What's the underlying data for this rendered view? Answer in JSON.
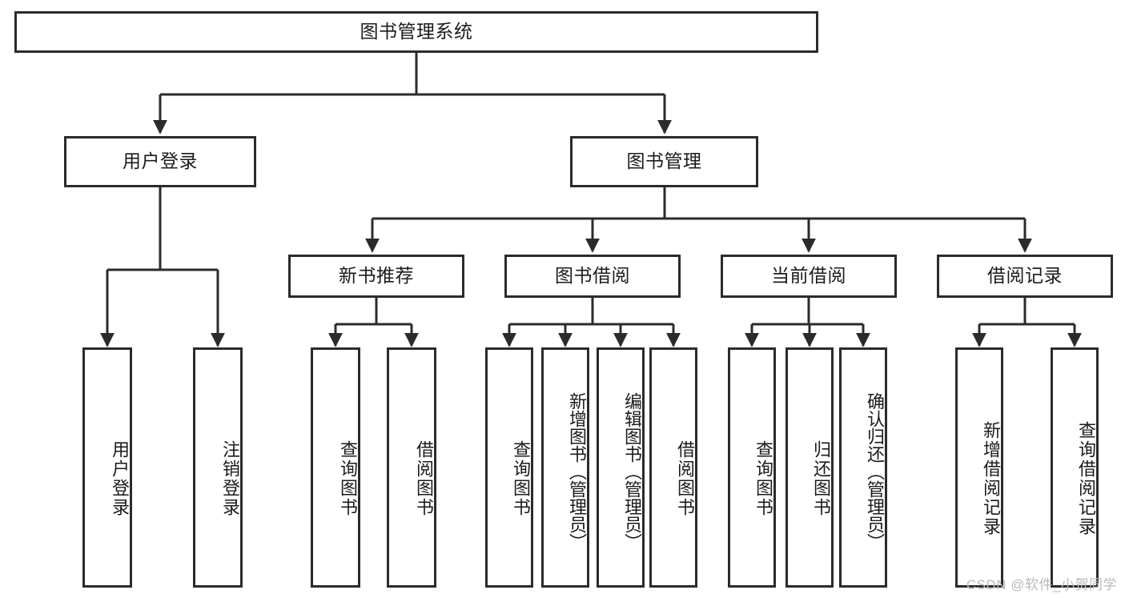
{
  "diagram": {
    "title": "图书管理系统",
    "type": "tree",
    "colors": {
      "stroke": "#2b2b2b",
      "fill": "#ffffff",
      "text": "#1b1b1b",
      "watermark": "#b9b9b9"
    },
    "root": {
      "label": "图书管理系统"
    },
    "level2": [
      {
        "label": "用户登录"
      },
      {
        "label": "图书管理"
      }
    ],
    "level3": [
      {
        "label": "新书推荐"
      },
      {
        "label": "图书借阅"
      },
      {
        "label": "当前借阅"
      },
      {
        "label": "借阅记录"
      }
    ],
    "leaves": [
      {
        "label": "用户登录",
        "parent": "用户登录"
      },
      {
        "label": "注销登录",
        "parent": "用户登录"
      },
      {
        "label": "查询图书",
        "parent": "新书推荐"
      },
      {
        "label": "借阅图书",
        "parent": "新书推荐"
      },
      {
        "label": "查询图书",
        "parent": "图书借阅"
      },
      {
        "label": "新增图书（管理员）",
        "parent": "图书借阅"
      },
      {
        "label": "编辑图书（管理员）",
        "parent": "图书借阅"
      },
      {
        "label": "借阅图书",
        "parent": "图书借阅"
      },
      {
        "label": "查询图书",
        "parent": "当前借阅"
      },
      {
        "label": "归还图书",
        "parent": "当前借阅"
      },
      {
        "label": "确认归还（管理员）",
        "parent": "当前借阅"
      },
      {
        "label": "新增借阅记录",
        "parent": "借阅记录"
      },
      {
        "label": "查询借阅记录",
        "parent": "借阅记录"
      }
    ]
  },
  "watermark": {
    "text": "CSDN @软件_小贺同学"
  }
}
